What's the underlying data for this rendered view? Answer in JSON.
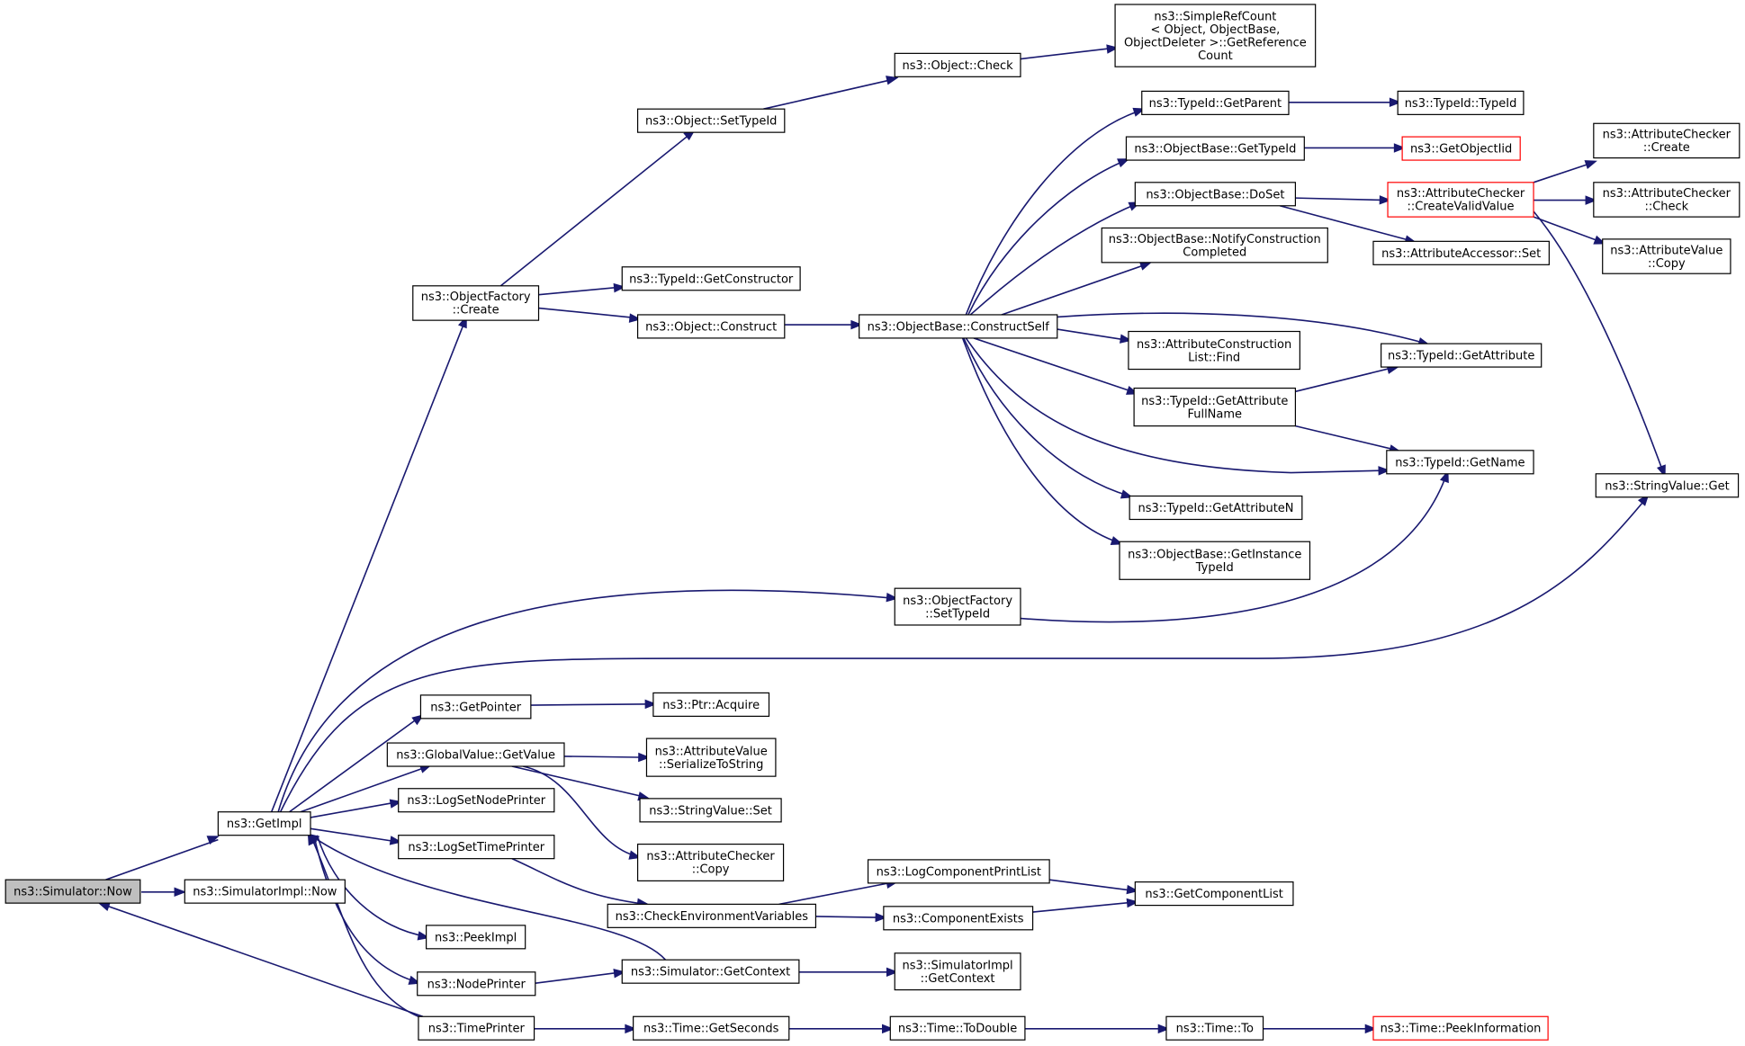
{
  "colors": {
    "edge": "#191970",
    "root_fill": "#bfbfbf",
    "red_border": "#ff0000"
  },
  "nodes": {
    "simulator_now": {
      "lines": [
        "ns3::Simulator::Now"
      ]
    },
    "simulatorimpl_now": {
      "lines": [
        "ns3::SimulatorImpl::Now"
      ]
    },
    "getimpl": {
      "lines": [
        "ns3::GetImpl"
      ]
    },
    "objectfactory_create": {
      "lines": [
        "ns3::ObjectFactory",
        "::Create"
      ]
    },
    "object_settypeid": {
      "lines": [
        "ns3::Object::SetTypeId"
      ]
    },
    "object_check": {
      "lines": [
        "ns3::Object::Check"
      ]
    },
    "simplerefcount": {
      "lines": [
        "ns3::SimpleRefCount",
        "< Object, ObjectBase,",
        " ObjectDeleter >::GetReference",
        "Count"
      ]
    },
    "typeid_getconstructor": {
      "lines": [
        "ns3::TypeId::GetConstructor"
      ]
    },
    "object_construct": {
      "lines": [
        "ns3::Object::Construct"
      ]
    },
    "objectbase_constructself": {
      "lines": [
        "ns3::ObjectBase::ConstructSelf"
      ]
    },
    "typeid_getparent": {
      "lines": [
        "ns3::TypeId::GetParent"
      ]
    },
    "typeid_typeid": {
      "lines": [
        "ns3::TypeId::TypeId"
      ]
    },
    "objectbase_gettypeid": {
      "lines": [
        "ns3::ObjectBase::GetTypeId"
      ]
    },
    "getobjectiid": {
      "lines": [
        "ns3::GetObjectIid"
      ]
    },
    "objectbase_doset": {
      "lines": [
        "ns3::ObjectBase::DoSet"
      ]
    },
    "attributechecker_createvalidvalue": {
      "lines": [
        "ns3::AttributeChecker",
        "::CreateValidValue"
      ]
    },
    "attributechecker_create": {
      "lines": [
        "ns3::AttributeChecker",
        "::Create"
      ]
    },
    "attributechecker_check": {
      "lines": [
        "ns3::AttributeChecker",
        "::Check"
      ]
    },
    "attributevalue_copy": {
      "lines": [
        "ns3::AttributeValue",
        "::Copy"
      ]
    },
    "notifyconstructioncompleted": {
      "lines": [
        "ns3::ObjectBase::NotifyConstruction",
        "Completed"
      ]
    },
    "attributeaccessor_set": {
      "lines": [
        "ns3::AttributeAccessor::Set"
      ]
    },
    "attributeconstructionlist_find": {
      "lines": [
        "ns3::AttributeConstruction",
        "List::Find"
      ]
    },
    "typeid_getattribute": {
      "lines": [
        "ns3::TypeId::GetAttribute"
      ]
    },
    "typeid_getattributefullname": {
      "lines": [
        "ns3::TypeId::GetAttribute",
        "FullName"
      ]
    },
    "typeid_getname": {
      "lines": [
        "ns3::TypeId::GetName"
      ]
    },
    "stringvalue_get": {
      "lines": [
        "ns3::StringValue::Get"
      ]
    },
    "typeid_getattributen": {
      "lines": [
        "ns3::TypeId::GetAttributeN"
      ]
    },
    "objectbase_getinstancetypeid": {
      "lines": [
        "ns3::ObjectBase::GetInstance",
        "TypeId"
      ]
    },
    "objectfactory_settypeid": {
      "lines": [
        "ns3::ObjectFactory",
        "::SetTypeId"
      ]
    },
    "getpointer": {
      "lines": [
        "ns3::GetPointer"
      ]
    },
    "ptr_acquire": {
      "lines": [
        "ns3::Ptr::Acquire"
      ]
    },
    "globalvalue_getvalue": {
      "lines": [
        "ns3::GlobalValue::GetValue"
      ]
    },
    "attributevalue_serializetostring": {
      "lines": [
        "ns3::AttributeValue",
        "::SerializeToString"
      ]
    },
    "stringvalue_set": {
      "lines": [
        "ns3::StringValue::Set"
      ]
    },
    "logsetnodeprinter": {
      "lines": [
        "ns3::LogSetNodePrinter"
      ]
    },
    "logsettimeprinter": {
      "lines": [
        "ns3::LogSetTimePrinter"
      ]
    },
    "attributechecker_copy": {
      "lines": [
        "ns3::AttributeChecker",
        "::Copy"
      ]
    },
    "logcomponentprintlist": {
      "lines": [
        "ns3::LogComponentPrintList"
      ]
    },
    "checkenvironmentvariables": {
      "lines": [
        "ns3::CheckEnvironmentVariables"
      ]
    },
    "componentexists": {
      "lines": [
        "ns3::ComponentExists"
      ]
    },
    "getcomponentlist": {
      "lines": [
        "ns3::GetComponentList"
      ]
    },
    "peekimpl": {
      "lines": [
        "ns3::PeekImpl"
      ]
    },
    "nodeprinter": {
      "lines": [
        "ns3::NodePrinter"
      ]
    },
    "simulator_getcontext": {
      "lines": [
        "ns3::Simulator::GetContext"
      ]
    },
    "simulatorimpl_getcontext": {
      "lines": [
        "ns3::SimulatorImpl",
        "::GetContext"
      ]
    },
    "timeprinter": {
      "lines": [
        "ns3::TimePrinter"
      ]
    },
    "time_getseconds": {
      "lines": [
        "ns3::Time::GetSeconds"
      ]
    },
    "time_todouble": {
      "lines": [
        "ns3::Time::ToDouble"
      ]
    },
    "time_to": {
      "lines": [
        "ns3::Time::To"
      ]
    },
    "time_peekinformation": {
      "lines": [
        "ns3::Time::PeekInformation"
      ]
    }
  }
}
